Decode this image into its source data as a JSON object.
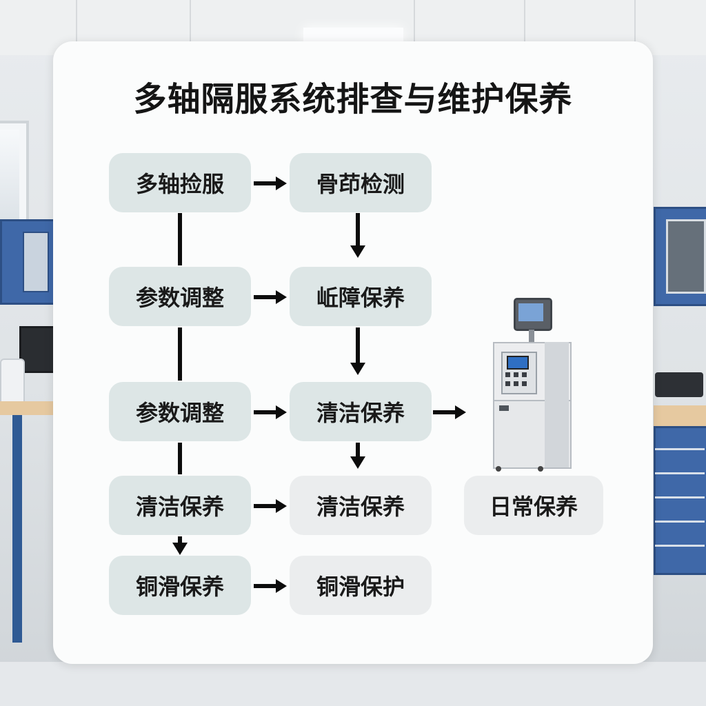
{
  "title": "多轴隔服系统排查与维护保养",
  "nodes": {
    "r1c1": "多轴捡服",
    "r1c2": "骨茚检测",
    "r2c1": "参数调整",
    "r2c2": "岴障保养",
    "r3c1": "参数调整",
    "r3c2": "清洁保养",
    "r4c1": "清洁保养",
    "r4c2": "清洁保养",
    "r4c3": "日常保养",
    "r5c1": "铜滑保养",
    "r5c2": "铜滑保护"
  },
  "colors": {
    "node_teal": "#dde6e6",
    "node_grey": "#ebedee",
    "arrow": "#0c0c0c",
    "title": "#151515"
  },
  "icons": {
    "machine": "control-cabinet-icon"
  }
}
